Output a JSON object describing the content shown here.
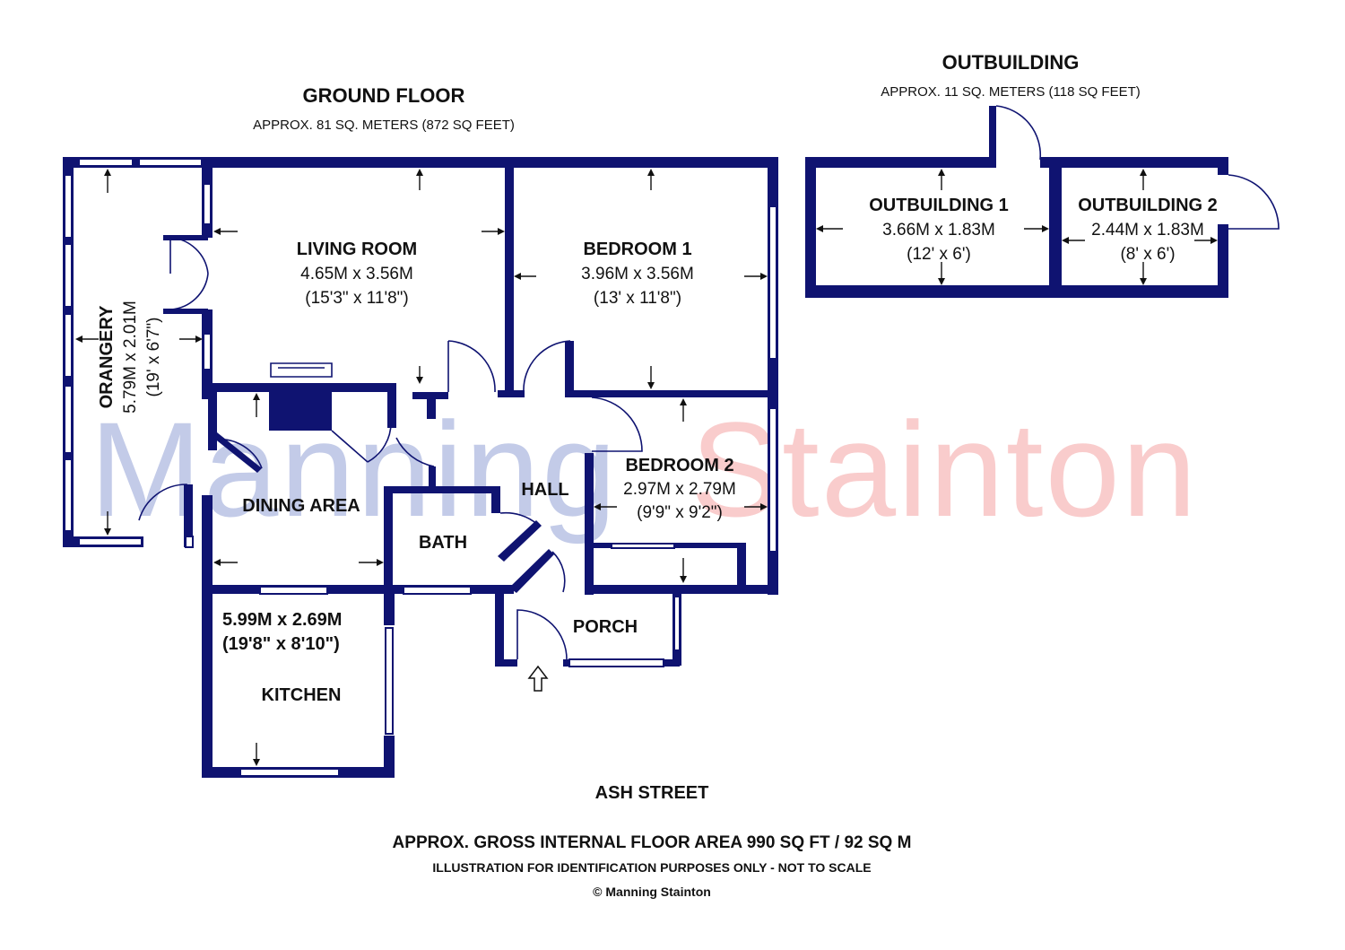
{
  "ground_floor": {
    "title": "GROUND FLOOR",
    "area": "APPROX. 81 SQ. METERS (872 SQ FEET)"
  },
  "outbuilding": {
    "title": "OUTBUILDING",
    "area": "APPROX. 11 SQ. METERS (118 SQ FEET)"
  },
  "rooms": {
    "living_room": {
      "name": "LIVING ROOM",
      "metric": "4.65M x 3.56M",
      "imperial": "(15'3\" x 11'8\")"
    },
    "bedroom1": {
      "name": "BEDROOM 1",
      "metric": "3.96M x 3.56M",
      "imperial": "(13' x 11'8\")"
    },
    "bedroom2": {
      "name": "BEDROOM 2",
      "metric": "2.97M x 2.79M",
      "imperial": "(9'9\" x 9'2\")"
    },
    "orangery": {
      "name": "ORANGERY",
      "metric": "5.79M x 2.01M",
      "imperial": "(19' x 6'7\")"
    },
    "dining": {
      "name": "DINING AREA"
    },
    "kitchen": {
      "name": "KITCHEN",
      "metric": "5.99M x 2.69M",
      "imperial": "(19'8\" x 8'10\")"
    },
    "bath": {
      "name": "BATH"
    },
    "hall": {
      "name": "HALL"
    },
    "porch": {
      "name": "PORCH"
    },
    "outbuilding1": {
      "name": "OUTBUILDING 1",
      "metric": "3.66M x 1.83M",
      "imperial": "(12' x 6')"
    },
    "outbuilding2": {
      "name": "OUTBUILDING 2",
      "metric": "2.44M x 1.83M",
      "imperial": "(8' x 6')"
    }
  },
  "street": "ASH STREET",
  "footer": {
    "gross_area": "APPROX. GROSS INTERNAL FLOOR AREA 990 SQ FT / 92 SQ M",
    "disclaimer": "ILLUSTRATION FOR IDENTIFICATION PURPOSES ONLY - NOT TO SCALE",
    "copyright": "© Manning Stainton"
  },
  "watermark": {
    "part1": "Manning",
    "part2": "Stainton"
  },
  "colors": {
    "wall": "#0f1371",
    "watermark_blue": "#c3cbe8",
    "watermark_red": "#f9cccc"
  },
  "icons": {
    "entrance": "entrance-arrow-icon"
  }
}
